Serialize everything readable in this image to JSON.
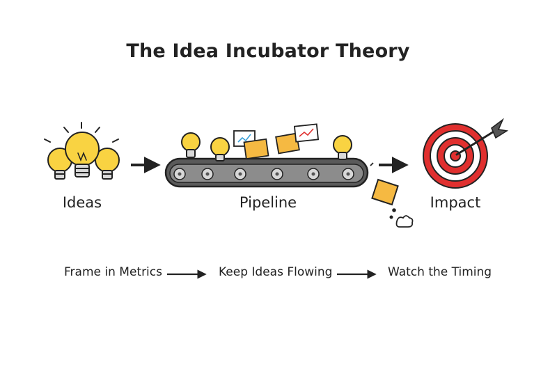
{
  "title": "The Idea Incubator Theory",
  "stages": {
    "ideas": "Ideas",
    "pipeline": "Pipeline",
    "impact": "Impact"
  },
  "steps": {
    "frame": "Frame in Metrics",
    "keep": "Keep Ideas Flowing",
    "watch": "Watch the Timing"
  },
  "colors": {
    "bulb": "#f9d342",
    "bulb_stroke": "#222222",
    "card": "#f5b942",
    "belt": "#5a5a5a",
    "target_red": "#e0302f",
    "arrow": "#222222"
  }
}
